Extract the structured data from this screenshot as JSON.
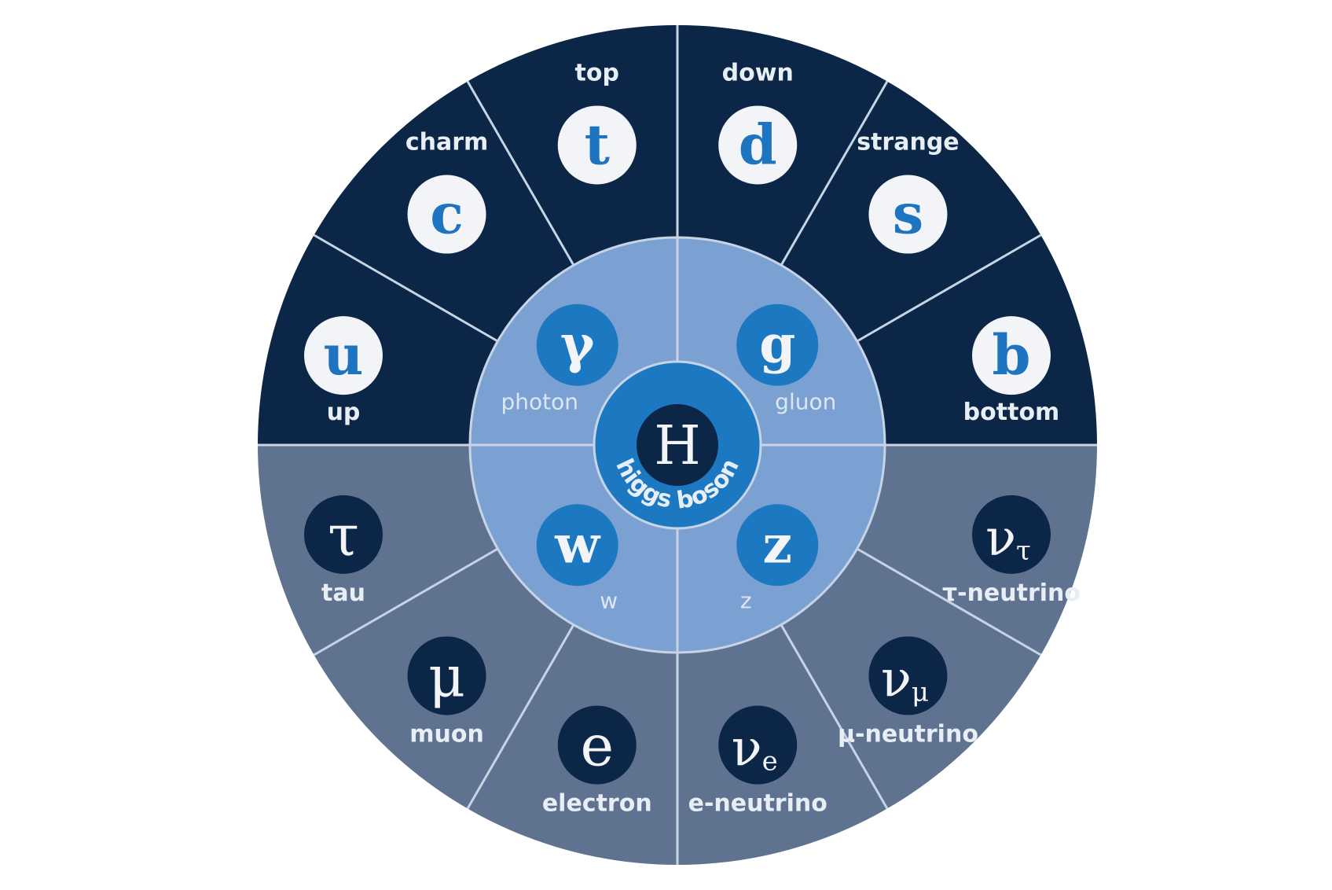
{
  "colors": {
    "quark_sector": "#0b2647",
    "lepton_sector": "#5f7391",
    "boson_ring": "#7ba1d3",
    "higgs_ring": "#1d78c2",
    "divider": "#c7d4e6",
    "white": "#f2f4f8",
    "quark_symbol": "#1f74c0",
    "boson_badge": "#1d78c2"
  },
  "higgs": {
    "symbol": "H",
    "label": "higgs boson"
  },
  "bosons": [
    {
      "id": "photon",
      "symbol": "γ",
      "label": "photon"
    },
    {
      "id": "gluon",
      "symbol": "g",
      "label": "gluon"
    },
    {
      "id": "w",
      "symbol": "w",
      "label": "w"
    },
    {
      "id": "z",
      "symbol": "z",
      "label": "z"
    }
  ],
  "quarks": [
    {
      "id": "up",
      "symbol": "u",
      "label": "up"
    },
    {
      "id": "charm",
      "symbol": "c",
      "label": "charm"
    },
    {
      "id": "top",
      "symbol": "t",
      "label": "top"
    },
    {
      "id": "down",
      "symbol": "d",
      "label": "down"
    },
    {
      "id": "strange",
      "symbol": "s",
      "label": "strange"
    },
    {
      "id": "bottom",
      "symbol": "b",
      "label": "bottom"
    }
  ],
  "leptons": [
    {
      "id": "tau",
      "symbol": "τ",
      "sub": "",
      "label": "tau"
    },
    {
      "id": "muon",
      "symbol": "μ",
      "sub": "",
      "label": "muon"
    },
    {
      "id": "electron",
      "symbol": "e",
      "sub": "",
      "label": "electron"
    },
    {
      "id": "e-neutrino",
      "symbol": "ν",
      "sub": "e",
      "label": "e-neutrino"
    },
    {
      "id": "mu-neutrino",
      "symbol": "ν",
      "sub": "μ",
      "label": "μ-neutrino"
    },
    {
      "id": "tau-neutrino",
      "symbol": "ν",
      "sub": "τ",
      "label": "τ-neutrino"
    }
  ]
}
